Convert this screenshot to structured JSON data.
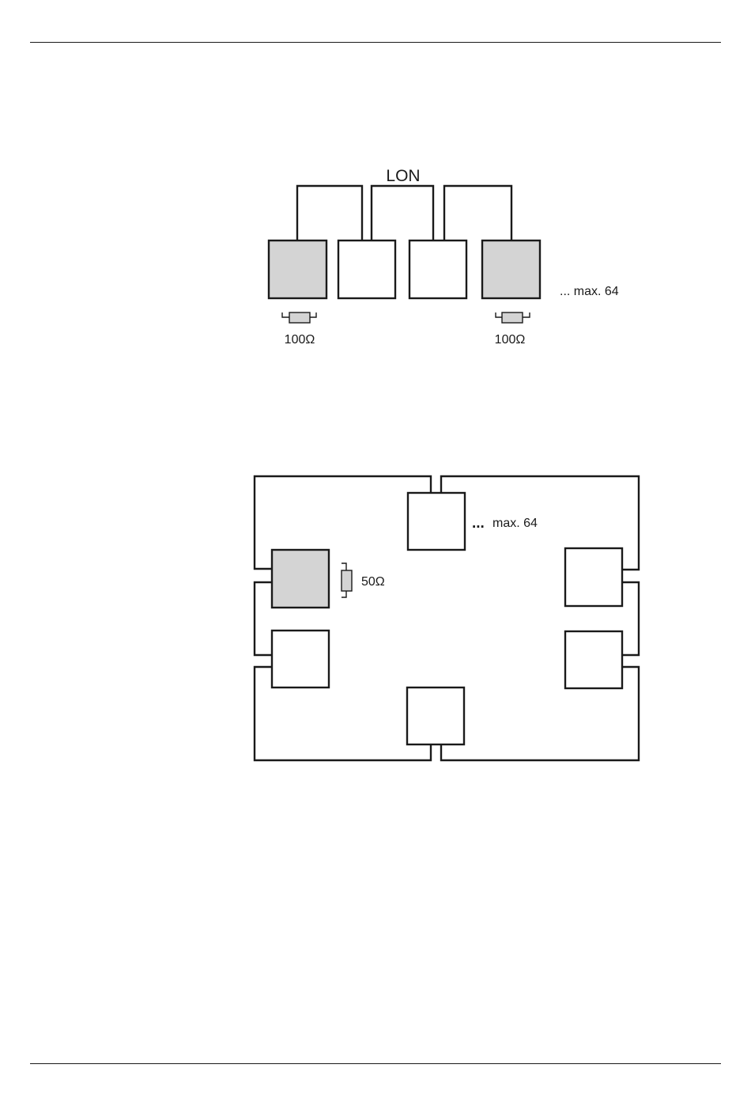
{
  "bus": {
    "title": "LON",
    "max_label": "... max. 64",
    "terminator_left_label": "100Ω",
    "terminator_right_label": "100Ω"
  },
  "ring": {
    "max_dots": "...",
    "max_label": "max. 64",
    "terminator_label": "50Ω"
  },
  "colors": {
    "line": "#1a1a1a",
    "terminated_node": "#d4d4d4",
    "node": "#ffffff"
  }
}
